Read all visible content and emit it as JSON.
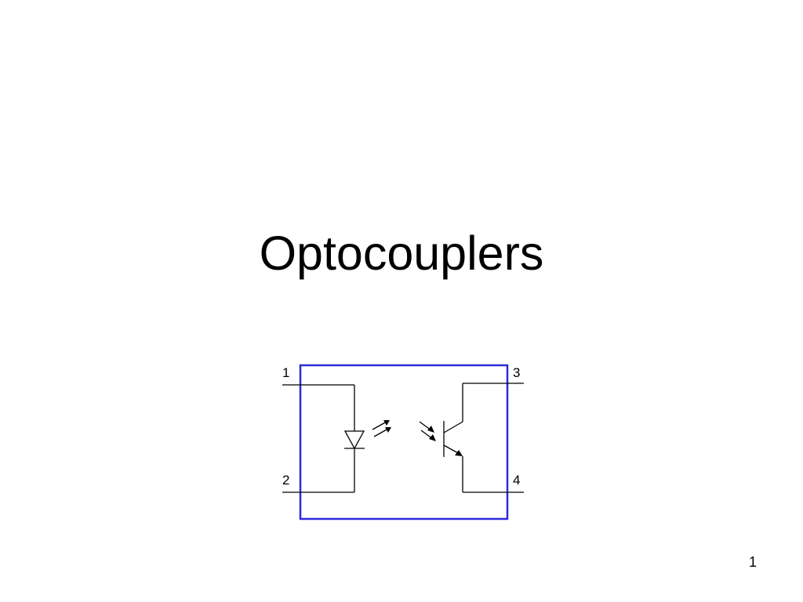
{
  "slide": {
    "title": "Optocouplers",
    "number": "1"
  },
  "schematic": {
    "package_color": "#2b2bd8",
    "wire_color": "#000000",
    "pins": [
      {
        "label": "1"
      },
      {
        "label": "2"
      },
      {
        "label": "3"
      },
      {
        "label": "4"
      }
    ]
  }
}
